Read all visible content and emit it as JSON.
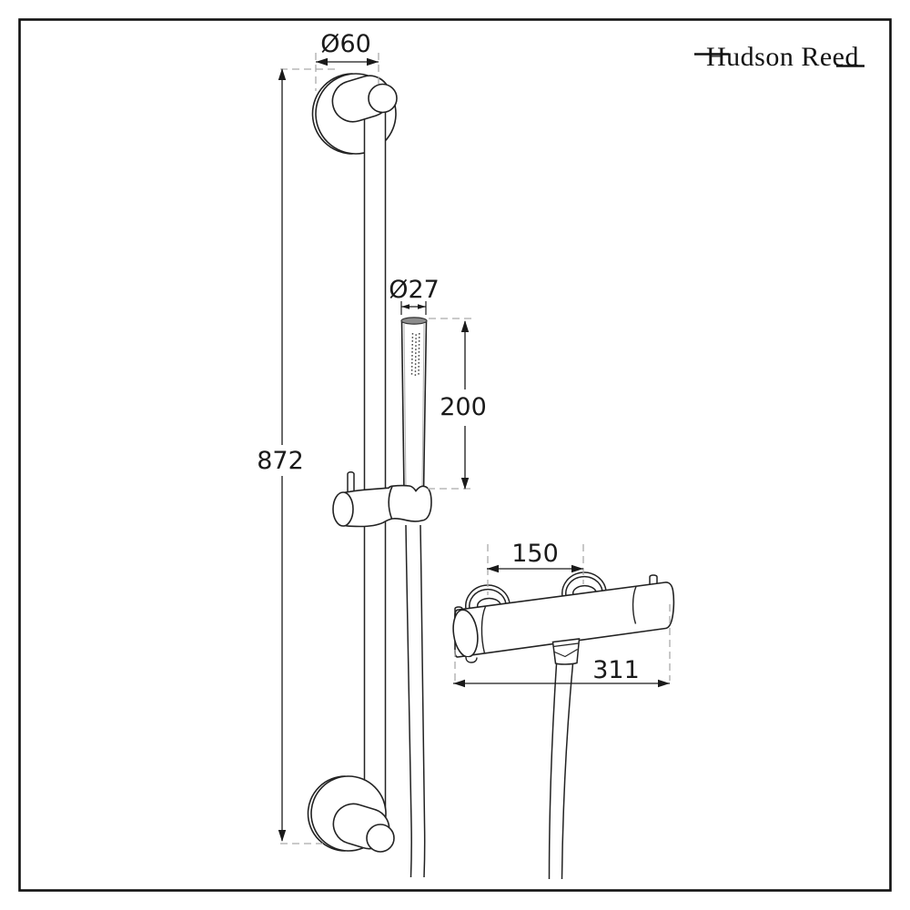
{
  "logo": {
    "text": "Hudson Reed"
  },
  "dimensions": {
    "mount_diameter": {
      "label": "Ø60",
      "measures": "wall-bracket diameter"
    },
    "rail_length": {
      "label": "872",
      "measures": "slide-rail overall height"
    },
    "handset_diameter": {
      "label": "Ø27",
      "measures": "handset diameter"
    },
    "handset_length": {
      "label": "200",
      "measures": "handset length"
    },
    "valve_centres": {
      "label": "150",
      "measures": "valve fixing centres"
    },
    "valve_width": {
      "label": "311",
      "measures": "valve overall width"
    }
  },
  "colors": {
    "line": "#222222",
    "dimension_line": "#1a1a1a",
    "dashed_extension": "#aaaaaa",
    "handset_cap_shade": "#8c8c8c",
    "background": "#ffffff"
  }
}
